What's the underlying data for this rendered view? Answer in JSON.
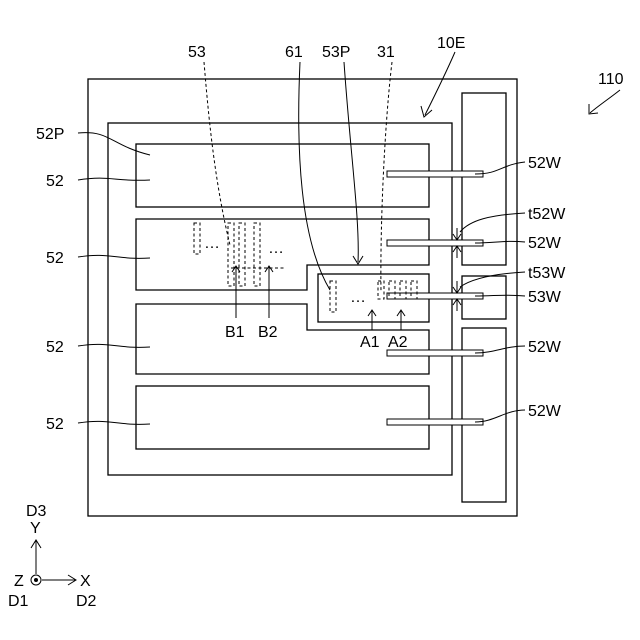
{
  "figure": {
    "labels": {
      "ref_110": "110",
      "ref_10E": "10E",
      "ref_53_top": "53",
      "ref_61": "61",
      "ref_53P": "53P",
      "ref_31": "31",
      "ref_52P": "52P",
      "ref_52_a": "52",
      "ref_52_b": "52",
      "ref_52_c": "52",
      "ref_52_d": "52",
      "ref_52W_a": "52W",
      "ref_t52W": "t52W",
      "ref_52W_b": "52W",
      "ref_t53W": "t53W",
      "ref_53W": "53W",
      "ref_52W_c": "52W",
      "ref_52W_d": "52W",
      "ref_B1": "B1",
      "ref_B2": "B2",
      "ref_A1": "A1",
      "ref_A2": "A2",
      "ellipsis_b": "…",
      "ellipsis_b2": "…",
      "ellipsis_a": "…",
      "ellipsis_a2": "…"
    },
    "axes": {
      "d3": "D3",
      "y": "Y",
      "z": "Z",
      "x": "X",
      "d1": "D1",
      "d2": "D2"
    }
  }
}
